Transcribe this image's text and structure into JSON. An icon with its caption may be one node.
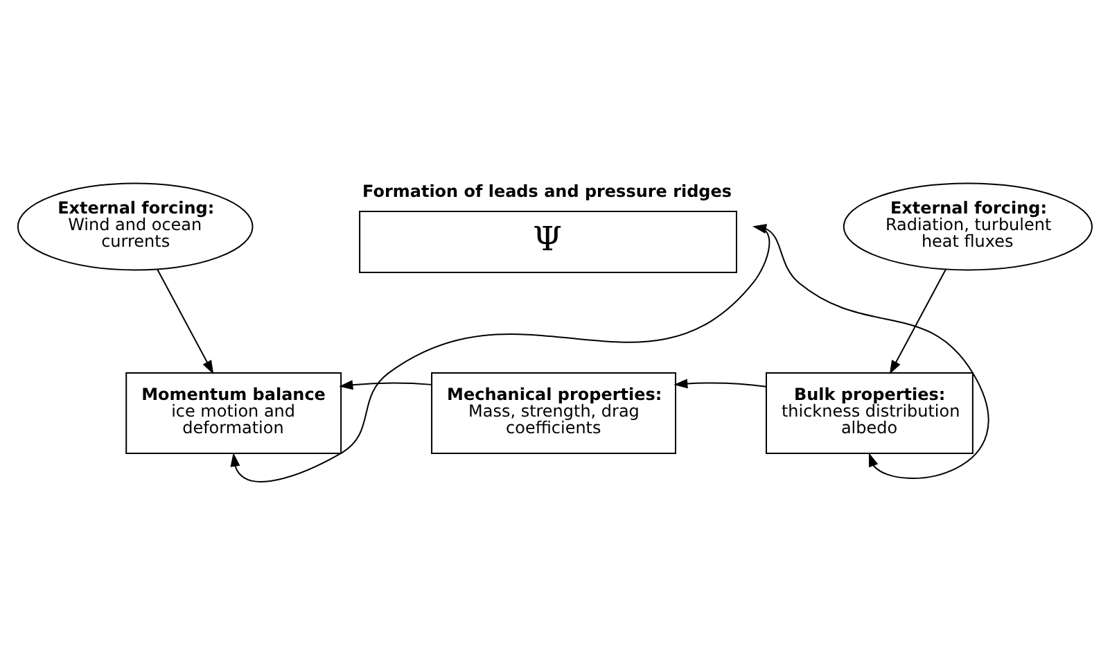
{
  "diagram": {
    "nodes": [
      {
        "text": [
          "External forcing:",
          "Wind and ocean currents"
        ]
      },
      {
        "text": [
          "External forcing:",
          "Radiation, turbulent heat fluxes"
        ]
      },
      {
        "text": [
          "Momentum balance",
          "ice motion and deformation"
        ]
      },
      {
        "text": [
          "Mechanical properties:",
          "Mass, strength, drag coefficients"
        ]
      },
      {
        "text": [
          "Bulk properties:",
          "thickness distribution albedo"
        ]
      },
      {
        "text": [
          "Formation of leads and pressure ridges",
          "Ψ"
        ]
      }
    ],
    "edges": [
      {
        "from": 0,
        "to": 2,
        "arrow": "to"
      },
      {
        "from": 1,
        "to": 4,
        "arrow": "to"
      },
      {
        "from": 3,
        "to": 2,
        "arrow": "to"
      },
      {
        "from": 4,
        "to": 3,
        "arrow": "to"
      },
      {
        "from": 5,
        "to": 2,
        "arrow": "to"
      },
      {
        "from": 5,
        "to": 4,
        "arrow": "both"
      }
    ]
  }
}
